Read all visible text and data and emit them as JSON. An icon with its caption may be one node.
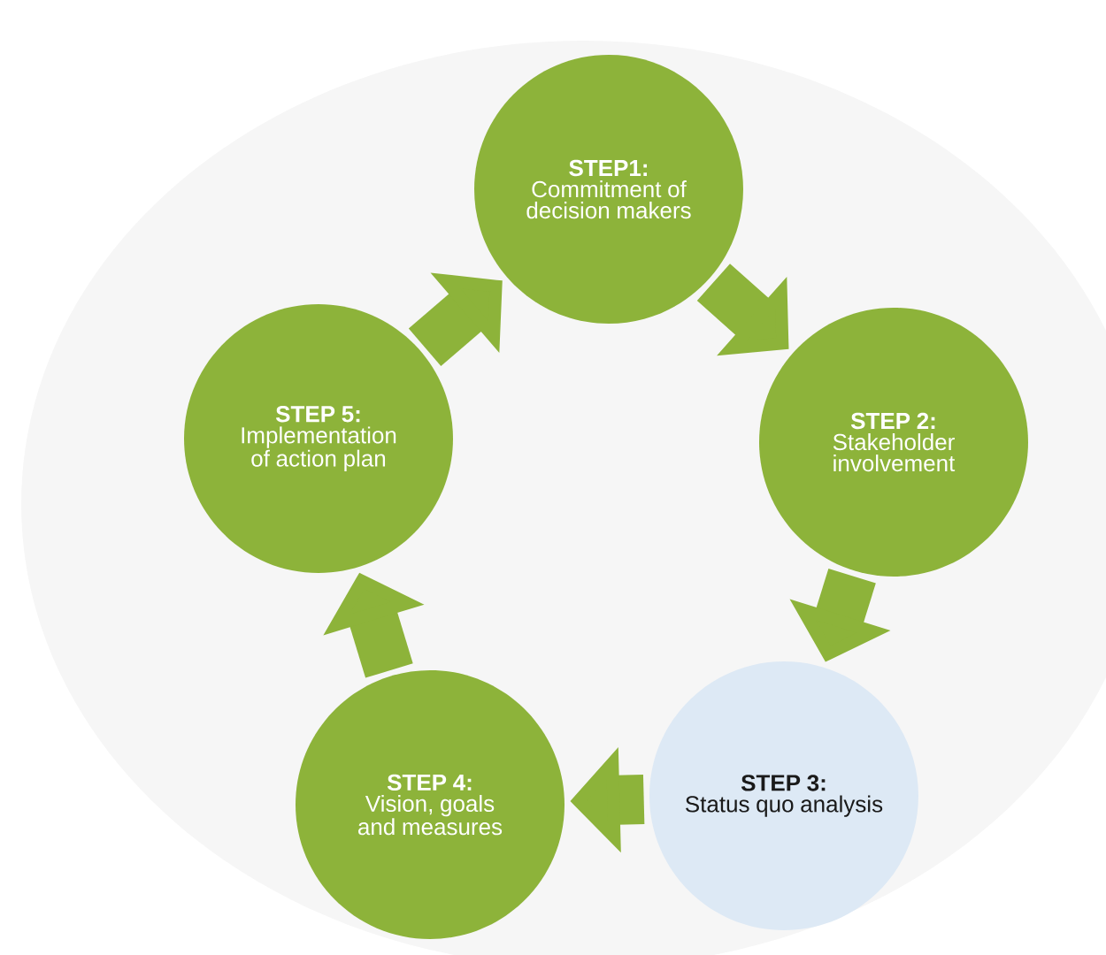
{
  "diagram": {
    "nodes": [
      {
        "text": [
          "STEP1:",
          "Commitment of decision makers"
        ]
      },
      {
        "text": [
          "STEP 2:",
          "Stakeholder involvement"
        ]
      },
      {
        "text": [
          "STEP 3:",
          "Status quo analysis"
        ]
      },
      {
        "text": [
          "STEP 4:",
          "Vision, goals and measures"
        ]
      },
      {
        "text": [
          "STEP 5:",
          "Implementation of action plan"
        ]
      }
    ],
    "edges": [
      {
        "from": 0,
        "to": 1,
        "arrow": "to"
      },
      {
        "from": 1,
        "to": 2,
        "arrow": "to"
      },
      {
        "from": 2,
        "to": 3,
        "arrow": "to"
      },
      {
        "from": 3,
        "to": 4,
        "arrow": "to"
      },
      {
        "from": 4,
        "to": 0,
        "arrow": "to"
      }
    ]
  }
}
